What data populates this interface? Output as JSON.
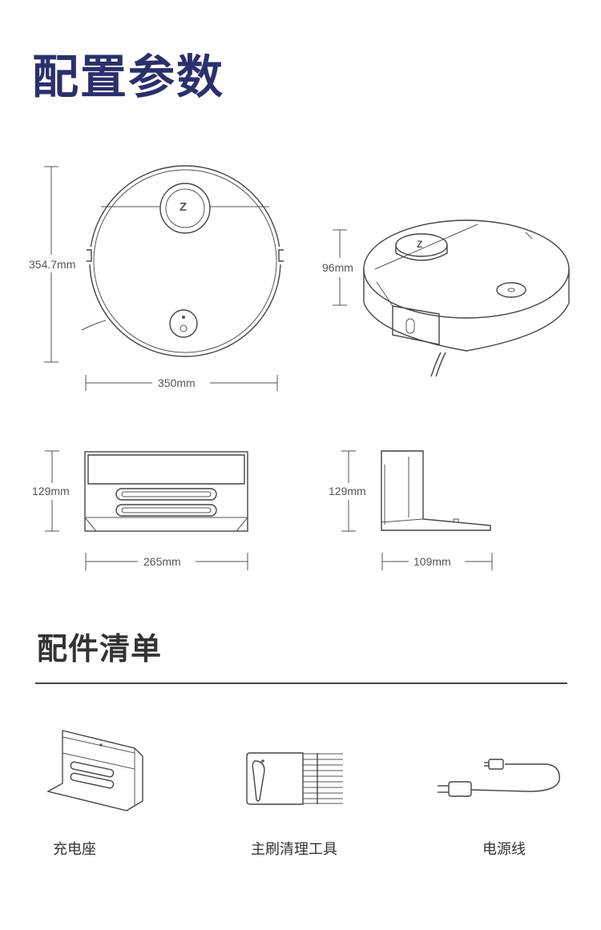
{
  "spec": {
    "title": "配置参数",
    "robot_top": {
      "height_label": "354.7mm",
      "width_label": "350mm",
      "logo": "Z"
    },
    "robot_side": {
      "height_label": "96mm",
      "logo": "Z"
    },
    "dock_front": {
      "height_label": "129mm",
      "width_label": "265mm"
    },
    "dock_side": {
      "height_label": "129mm",
      "width_label": "109mm"
    }
  },
  "accessories": {
    "title": "配件清单",
    "items": [
      {
        "label": "充电座",
        "icon": "charging-dock-icon"
      },
      {
        "label": "主刷清理工具",
        "icon": "brush-cleaning-tool-icon"
      },
      {
        "label": "电源线",
        "icon": "power-cord-icon"
      }
    ]
  }
}
